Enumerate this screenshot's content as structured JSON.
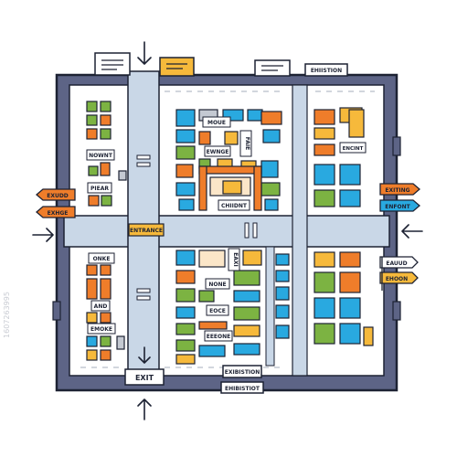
{
  "colors": {
    "wall": "#5d6486",
    "outline": "#1d2233",
    "floor": "#ffffff",
    "aisle": "#c9d7e7",
    "green": "#7cb342",
    "blue": "#29a9e0",
    "orange": "#ef7d2a",
    "yellow": "#f6b93b",
    "gray": "#c4c9d2",
    "cream": "#fbe6c8"
  },
  "icons": {
    "arrow": "arrow-icon",
    "sign": "sign-icon"
  },
  "booth_labels": {
    "left_top_1": "NOWNT",
    "left_top_2": "PIEAR",
    "mid_top_1": "MOUE",
    "mid_top_2": "EWNGE",
    "mid_top_3": "FAIE",
    "mid_top_4": "CHIIDNT",
    "right_top_1": "ENCINT",
    "left_bot_1": "ONKE",
    "left_bot_2": "AND",
    "left_bot_3": "EMOKE",
    "mid_bot_1": "EAXI",
    "mid_bot_2": "NONE",
    "mid_bot_3": "EOCE",
    "mid_bot_4": "EEEONE"
  },
  "signs": {
    "top_exhibition": "EHIISTION",
    "entrance": "ENTRANCE",
    "exit": "EXIT",
    "bottom_1": "EXIBISTION",
    "bottom_2": "EHIBISTIOT",
    "left_1": "EXUDD",
    "left_2": "EXHGE",
    "right_1": "EXITING",
    "right_2": "ENFONT",
    "right_3": "EAUUD",
    "right_4": "EHOON"
  },
  "watermark": "1607263995"
}
